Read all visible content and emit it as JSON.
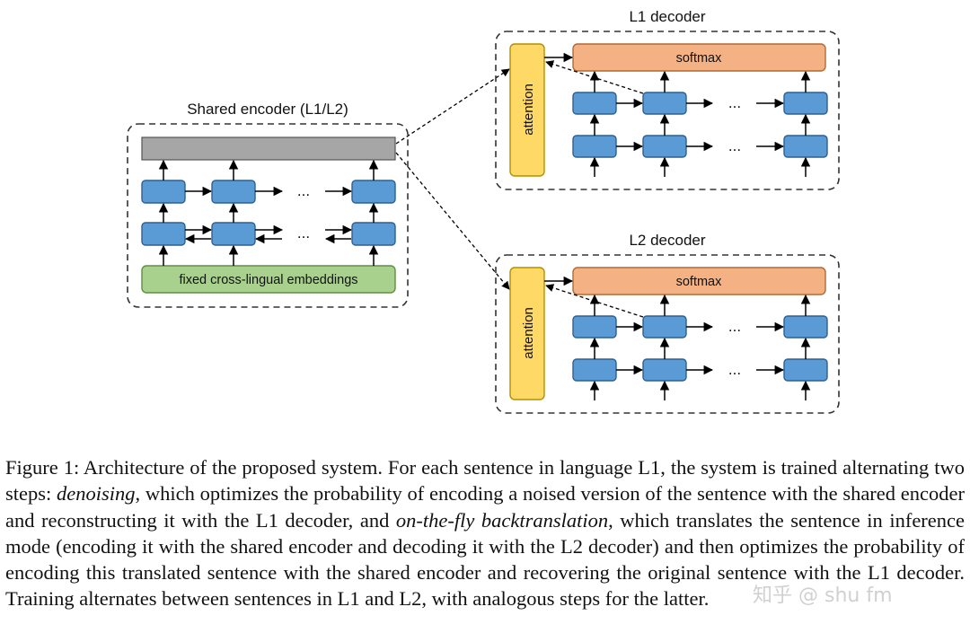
{
  "diagram": {
    "encoder": {
      "title": "Shared encoder (L1/L2)",
      "embeddings_label": "fixed cross-lingual embeddings",
      "ellipsis": "..."
    },
    "decoders": [
      {
        "title": "L1 decoder",
        "softmax_label": "softmax",
        "attention_label": "attention",
        "ellipsis": "..."
      },
      {
        "title": "L2 decoder",
        "softmax_label": "softmax",
        "attention_label": "attention",
        "ellipsis": "..."
      }
    ],
    "colors": {
      "rnn_cell": "#5b9bd5",
      "rnn_cell_border": "#2e5f91",
      "encoder_output": "#a6a6a6",
      "embeddings": "#a9d18e",
      "softmax": "#f4b183",
      "attention": "#ffd966"
    }
  },
  "caption": {
    "p1": "Figure 1:  Architecture of the proposed system.  For each sentence in language L1, the system is trained alternating two steps: ",
    "em1": "denoising",
    "p2": ", which optimizes the probability of encoding a noised version of the sentence with the shared encoder and reconstructing it with the L1 decoder, and ",
    "em2": "on-the-fly backtranslation",
    "p3": ", which translates the sentence in inference mode (encoding it with the shared encoder and decoding it with the L2 decoder) and then optimizes the probability of encoding this translated sentence with the shared encoder and recovering the original sentence with the L1 decoder. Training alternates between sentences in L1 and L2, with analogous steps for the latter."
  },
  "watermark": "知乎 @ shu fm"
}
